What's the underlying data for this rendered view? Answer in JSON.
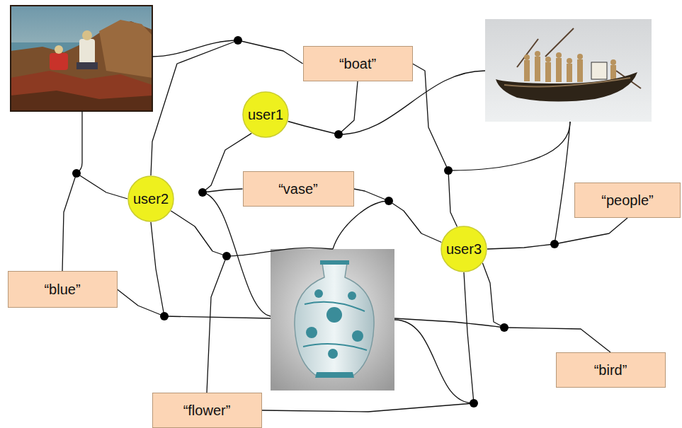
{
  "diagram": {
    "nodes": [
      {
        "text": [
          "“boat”"
        ]
      },
      {
        "text": [
          "user1"
        ]
      },
      {
        "text": [
          "“vase”"
        ]
      },
      {
        "text": [
          "user2"
        ]
      },
      {
        "text": [
          "“people”"
        ]
      },
      {
        "text": [
          "user3"
        ]
      },
      {
        "text": [
          "“blue”"
        ]
      },
      {
        "text": [
          "“bird”"
        ]
      },
      {
        "text": [
          "“flower”"
        ]
      }
    ],
    "edges": [
      {
        "from": 3,
        "to": 0,
        "arrow": "none"
      },
      {
        "from": 1,
        "to": 0,
        "arrow": "none"
      },
      {
        "from": 3,
        "to": 6,
        "arrow": "none"
      },
      {
        "from": 1,
        "to": 2,
        "arrow": "none"
      },
      {
        "from": 5,
        "to": 2,
        "arrow": "none"
      },
      {
        "from": 5,
        "to": 0,
        "arrow": "none"
      },
      {
        "from": 5,
        "to": 4,
        "arrow": "none"
      },
      {
        "from": 3,
        "to": 8,
        "arrow": "none"
      },
      {
        "from": 3,
        "to": 6,
        "arrow": "none"
      },
      {
        "from": 5,
        "to": 7,
        "arrow": "none"
      },
      {
        "from": 5,
        "to": 8,
        "arrow": "none"
      }
    ]
  }
}
